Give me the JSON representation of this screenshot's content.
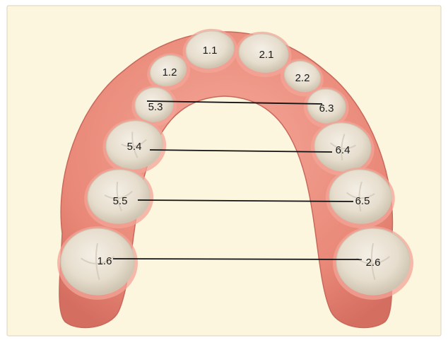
{
  "diagram": {
    "colors": {
      "background": "#fdf6de",
      "border": "#d9d2bf",
      "gum": "#e88a7c",
      "gum_inner": "#f3a497",
      "gum_edge": "#c9685b",
      "tooth": "#e9e2d4",
      "tooth_shade": "#cfc5b3",
      "line": "#111111"
    },
    "teeth": [
      {
        "id": "t11",
        "label": "1.1"
      },
      {
        "id": "t21",
        "label": "2.1"
      },
      {
        "id": "t12",
        "label": "1.2"
      },
      {
        "id": "t22",
        "label": "2.2"
      },
      {
        "id": "t53",
        "label": "5.3"
      },
      {
        "id": "t63",
        "label": "6.3"
      },
      {
        "id": "t54",
        "label": "5.4"
      },
      {
        "id": "t64",
        "label": "6.4"
      },
      {
        "id": "t55",
        "label": "5.5"
      },
      {
        "id": "t65",
        "label": "6.5"
      },
      {
        "id": "t16",
        "label": "1.6"
      },
      {
        "id": "t26",
        "label": "2.6"
      }
    ],
    "measurements": [
      {
        "from": "5.3",
        "to": "6.3"
      },
      {
        "from": "5.4",
        "to": "6.4"
      },
      {
        "from": "5.5",
        "to": "6.5"
      },
      {
        "from": "1.6",
        "to": "2.6"
      }
    ]
  }
}
